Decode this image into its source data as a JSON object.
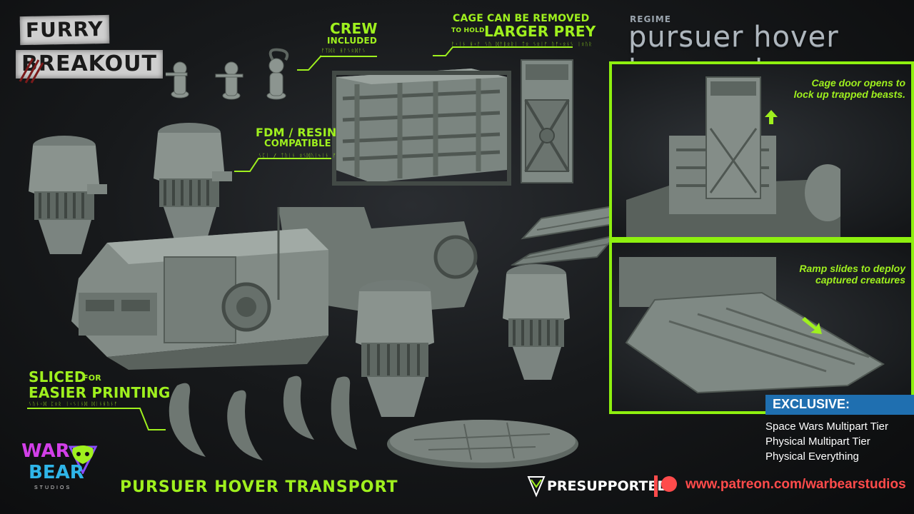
{
  "brand_logo": {
    "line1": "FURRY",
    "line2": "BREAKOUT"
  },
  "title": {
    "prefix": "REGIME",
    "main": "pursuer hover transport"
  },
  "callouts": {
    "crew": {
      "line1": "CREW",
      "line2": "INCLUDED",
      "glyphs": "ᚠᛉᛞᚱ ᚺᚨᛊᛟᛞᚨᛊ"
    },
    "cage": {
      "line1": "CAGE CAN BE REMOVED",
      "line2_small": "TO HOLD",
      "line2_big": "LARGER PREY",
      "glyphs": "ᚨᚲᛁᚾ ᚺᚲᚨ ᛊᚢ ᛞᚨᛒᛟᚱᛁ ᛏᛟ ᛊᛟᛁᚠ ᚢᚠᚲᛟᚾᛊ ᛁᛟᚢᚱ"
    },
    "fdm": {
      "line1": "FDM / RESIN",
      "line2": "COMPATIBLE",
      "glyphs": "ᛊᛈᛁ / ᛏᚢᛁᚾ ᛟᛊᛞᚢᛁᛃᛁᚾ ᚠ"
    },
    "sliced": {
      "line1_big": "SLICED",
      "line1_small": "FOR",
      "line2": "EASIER PRINTING",
      "glyphs": "ᛊᚢᚾᚲᛞ ᛈᛟᚱ ᛁᚲᛊᛁᚾᛞ ᛞᛁᚾᚺᚢᚾᚠ"
    }
  },
  "panels": {
    "top_text": [
      "Cage door opens to",
      "lock up trapped beasts."
    ],
    "bottom_text": [
      "Ramp slides to deploy",
      "captured creatures"
    ]
  },
  "exclusive": {
    "heading": "EXCLUSIVE:",
    "items": [
      "Space Wars Multipart Tier",
      "Physical Multipart Tier",
      "Physical Everything"
    ]
  },
  "footer": {
    "product_name": "PURSUER HOVER TRANSPORT",
    "presupported": "PRESUPPORTED",
    "patreon_url": "www.patreon.com/warbearstudios"
  },
  "studio_logo": {
    "line1": "WAR",
    "line2": "BEAR",
    "line3": "STUDIOS"
  },
  "colors": {
    "accent_green": "#9ff01e",
    "panel_border": "#8ef00f",
    "exclusive_blue": "#1f6fb0",
    "patreon_red": "#ff4b4b"
  }
}
